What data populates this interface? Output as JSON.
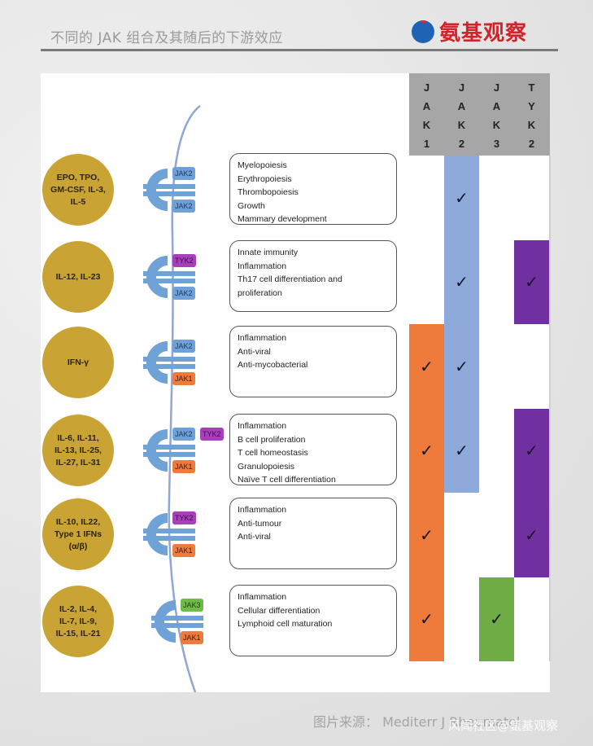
{
  "header": {
    "title": "不同的 JAK 组合及其随后的下游效应",
    "logo_text": "氨基观察",
    "logo_icon": "s-globe-logo-icon"
  },
  "table": {
    "columns": [
      {
        "label": "J\nA\nK\n1",
        "name": "JAK1",
        "color": "#ee7a3b"
      },
      {
        "label": "J\nA\nK\n2",
        "name": "JAK2",
        "color": "#8eaadb"
      },
      {
        "label": "J\nA\nK\n3",
        "name": "JAK3",
        "color": "#6fac46"
      },
      {
        "label": "T\nY\nK\n2",
        "name": "TYK2",
        "color": "#7030a0"
      }
    ],
    "check_symbol": "✓",
    "header_color": "#a6a6a6"
  },
  "rows": [
    {
      "ligand": "EPO, TPO,\nGM-CSF, IL-3,\nIL-5",
      "top_jak": [
        "JAK2"
      ],
      "bottom_jak": "JAK2",
      "effects": [
        "Myelopoiesis",
        "Erythropoiesis",
        "Thrombopoiesis",
        "Growth",
        "Mammary development"
      ],
      "checks": {
        "JAK1": false,
        "JAK2": true,
        "JAK3": false,
        "TYK2": false
      }
    },
    {
      "ligand": "IL-12, IL-23",
      "top_jak": [
        "TYK2"
      ],
      "bottom_jak": "JAK2",
      "effects": [
        "Innate immunity",
        "Inflammation",
        "Th17 cell differentiation and",
        "proliferation"
      ],
      "checks": {
        "JAK1": false,
        "JAK2": true,
        "JAK3": false,
        "TYK2": true
      }
    },
    {
      "ligand": "IFN-γ",
      "top_jak": [
        "JAK2"
      ],
      "bottom_jak": "JAK1",
      "effects": [
        "Inflammation",
        "Anti-viral",
        "Anti-mycobacterial"
      ],
      "checks": {
        "JAK1": true,
        "JAK2": true,
        "JAK3": false,
        "TYK2": false
      }
    },
    {
      "ligand": "IL-6, IL-11,\nIL-13, IL-25,\nIL-27, IL-31",
      "top_jak": [
        "JAK2",
        "TYK2"
      ],
      "bottom_jak": "JAK1",
      "effects": [
        "Inflammation",
        "B cell proliferation",
        "T cell homeostasis",
        "Granulopoiesis",
        "Naïve T cell differentiation"
      ],
      "checks": {
        "JAK1": true,
        "JAK2": true,
        "JAK3": false,
        "TYK2": true
      }
    },
    {
      "ligand": "IL-10, IL22,\nType 1 IFNs\n(α/β)",
      "top_jak": [
        "TYK2"
      ],
      "bottom_jak": "JAK1",
      "effects": [
        "Inflammation",
        "Anti-tumour",
        "Anti-viral"
      ],
      "checks": {
        "JAK1": true,
        "JAK2": false,
        "JAK3": false,
        "TYK2": true
      }
    },
    {
      "ligand": "IL-2, IL-4,\nIL-7, IL-9,\nIL-15, IL-21",
      "top_jak": [
        "JAK3"
      ],
      "bottom_jak": "JAK1",
      "effects": [
        "Inflammation",
        "Cellular differentiation",
        "Lymphoid cell maturation"
      ],
      "checks": {
        "JAK1": true,
        "JAK2": false,
        "JAK3": true,
        "TYK2": false
      }
    }
  ],
  "colors": {
    "ligand": "#c9a333",
    "receptor": "#6fa3d8",
    "membrane": "#8fa6d6"
  },
  "footer": {
    "caption": "图片来源： Mediterr J Rheumatol",
    "watermark": "风闻社区@氨基观察"
  }
}
